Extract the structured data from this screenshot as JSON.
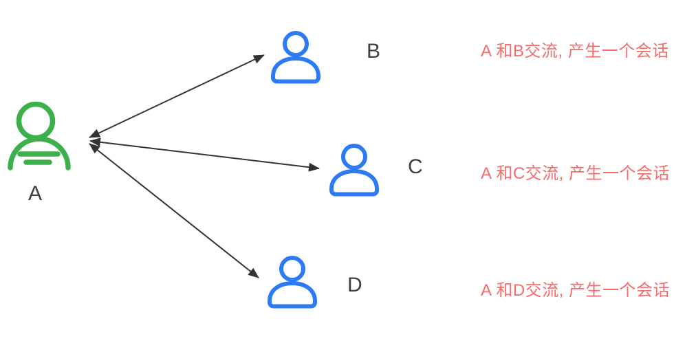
{
  "diagram": {
    "background_color": "#ffffff",
    "arrow_color": "#333333",
    "annotation_color": "#f56c6c",
    "label_color": "#3c4045",
    "nodes": [
      {
        "id": "A",
        "label": "A",
        "icon": "person-icon",
        "color": "#3db04c",
        "role": "source"
      },
      {
        "id": "B",
        "label": "B",
        "icon": "person-icon",
        "color": "#2d7bf4",
        "role": "peer"
      },
      {
        "id": "C",
        "label": "C",
        "icon": "person-icon",
        "color": "#2d7bf4",
        "role": "peer"
      },
      {
        "id": "D",
        "label": "D",
        "icon": "person-icon",
        "color": "#2d7bf4",
        "role": "peer"
      }
    ],
    "edges": [
      {
        "from": "A",
        "to": "B",
        "bidirectional": true
      },
      {
        "from": "A",
        "to": "C",
        "bidirectional": true
      },
      {
        "from": "A",
        "to": "D",
        "bidirectional": true
      }
    ],
    "annotations": [
      {
        "for_edge": "A-B",
        "text": "A 和B交流, 产生一个会话"
      },
      {
        "for_edge": "A-C",
        "text": "A 和C交流, 产生一个会话"
      },
      {
        "for_edge": "A-D",
        "text": "A 和D交流, 产生一个会话"
      }
    ]
  }
}
